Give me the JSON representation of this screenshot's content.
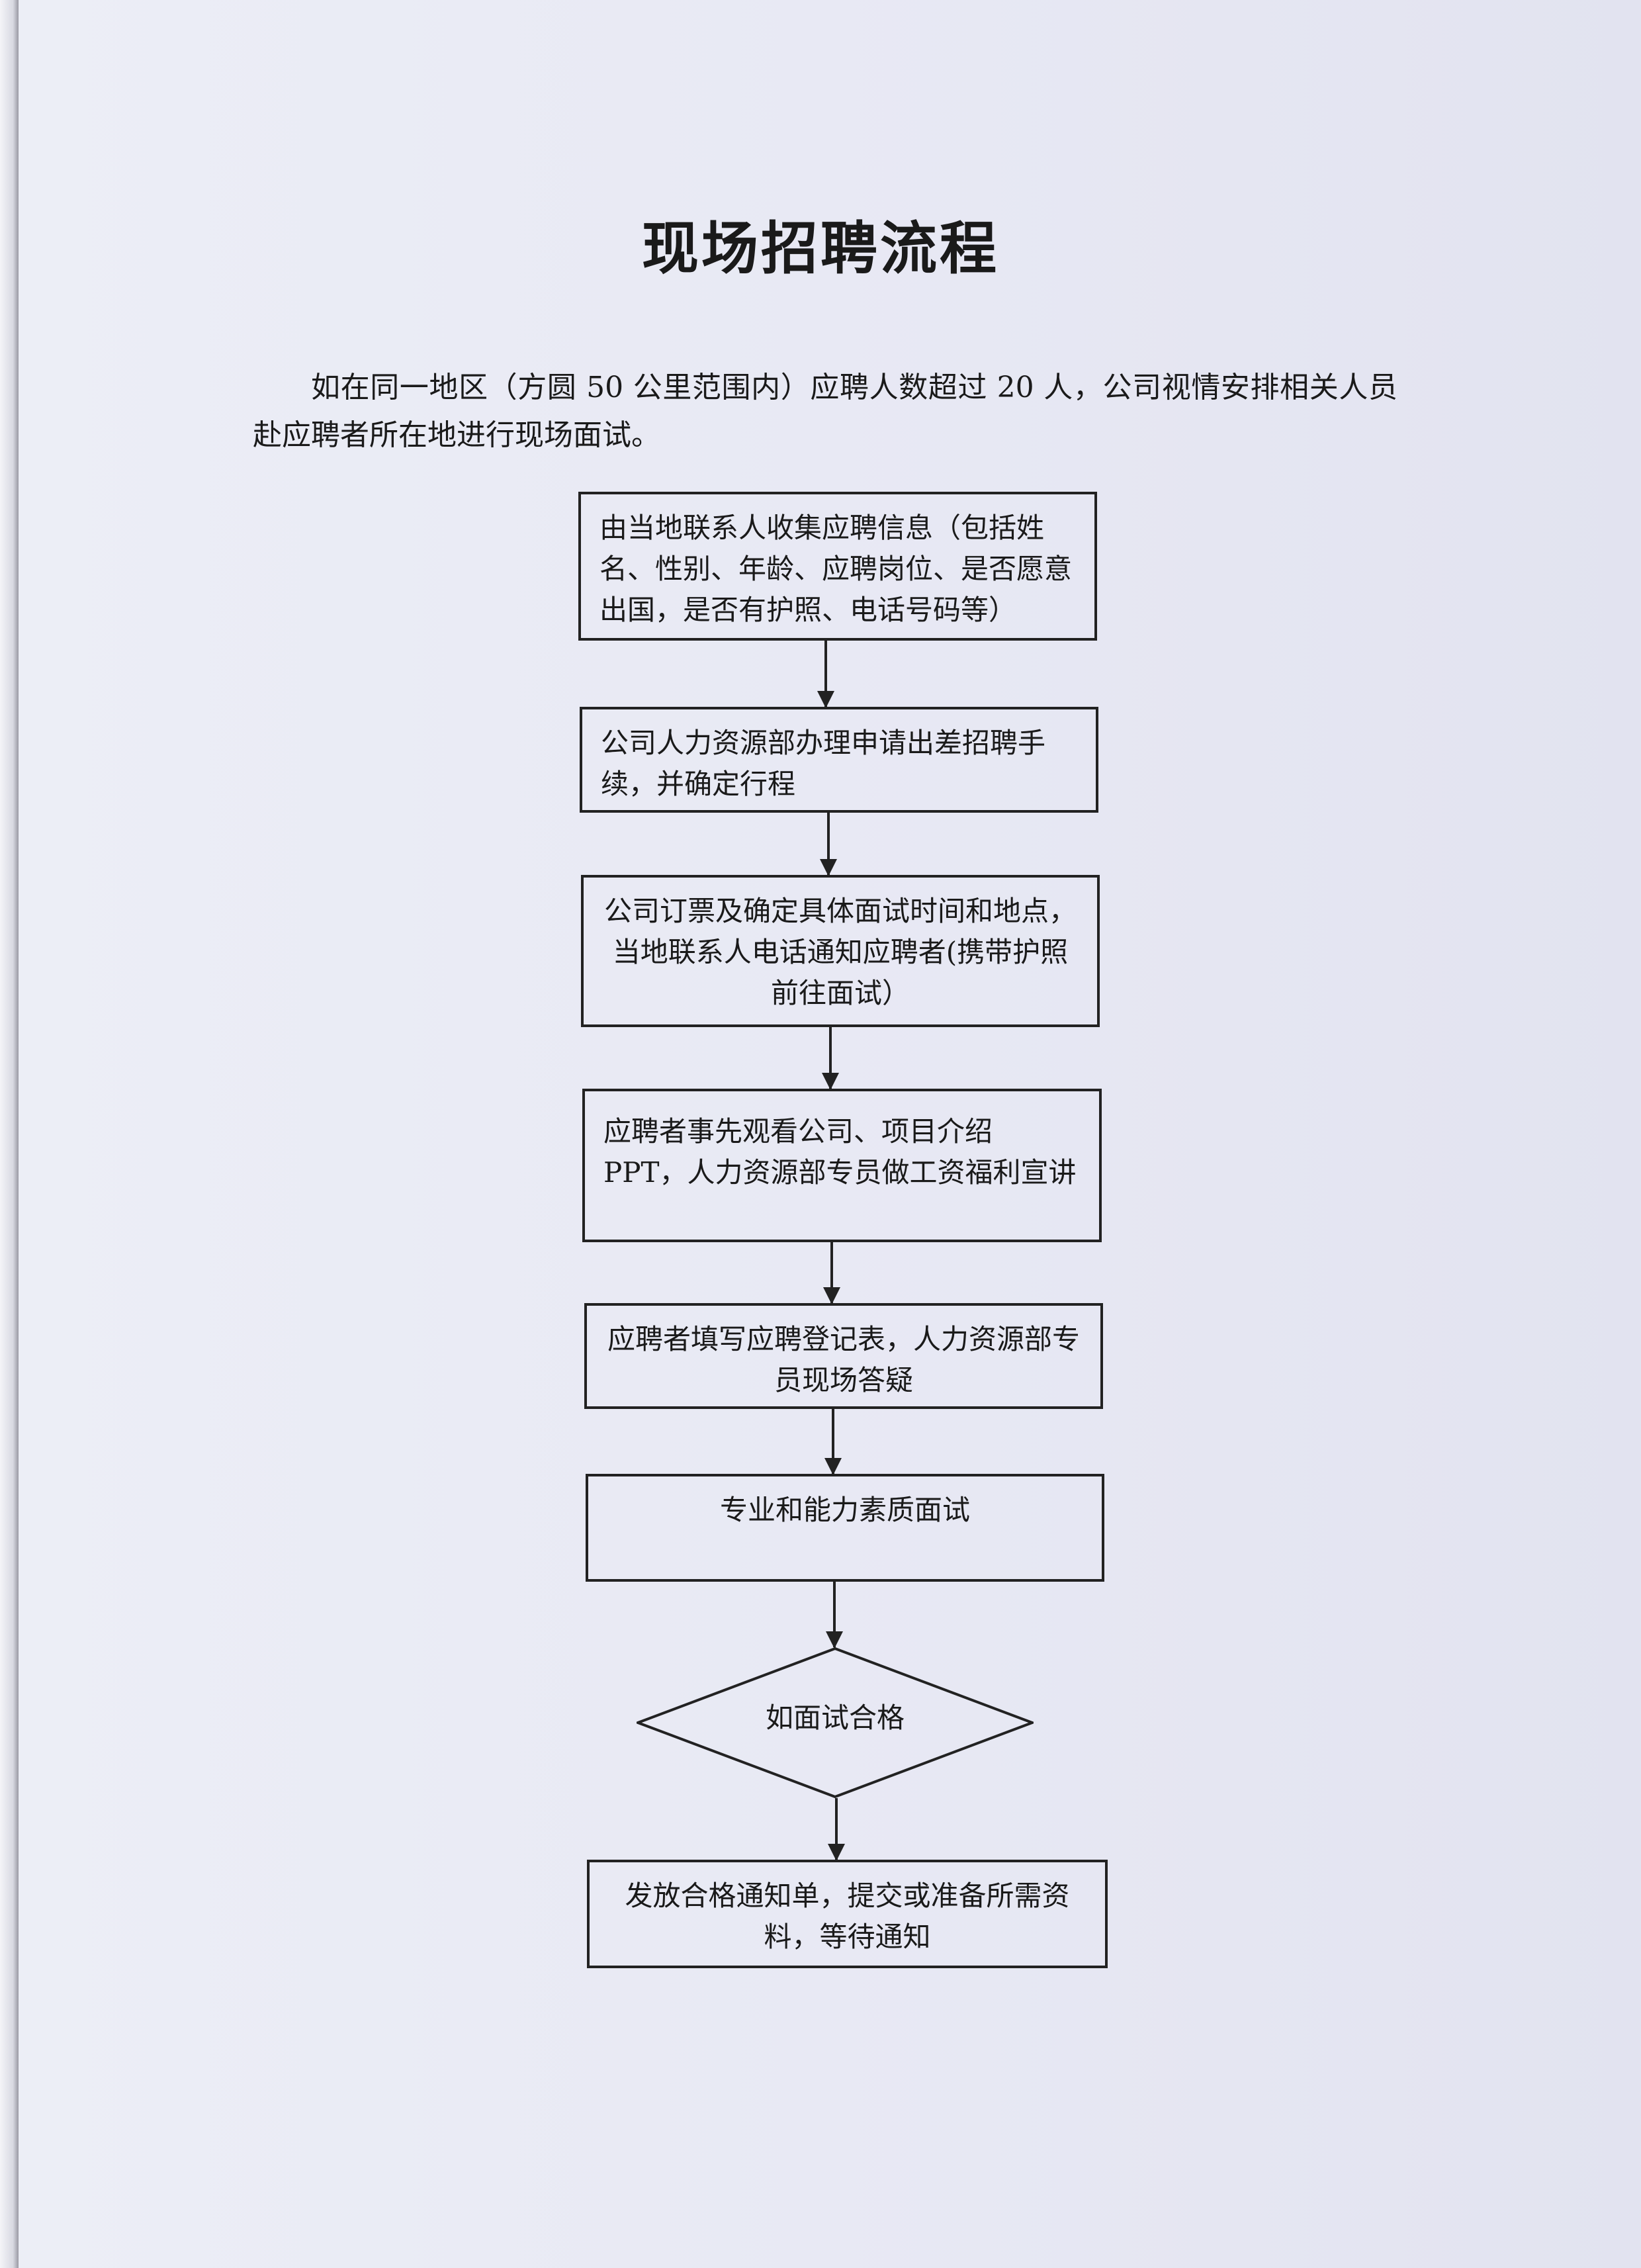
{
  "title": "现场招聘流程",
  "intro": "如在同一地区（方圆 50 公里范围内）应聘人数超过 20 人，公司视情安排相关人员赴应聘者所在地进行现场面试。",
  "steps": [
    "由当地联系人收集应聘信息（包括姓名、性别、年龄、应聘岗位、是否愿意出国，是否有护照、电话号码等）",
    "公司人力资源部办理申请出差招聘手续，并确定行程",
    "公司订票及确定具体面试时间和地点，当地联系人电话通知应聘者(携带护照前往面试）",
    "应聘者事先观看公司、项目介绍 PPT，人力资源部专员做工资福利宣讲",
    "应聘者填写应聘登记表，人力资源部专员现场答疑",
    "专业和能力素质面试"
  ],
  "decision": "如面试合格",
  "final_step": "发放合格通知单，提交或准备所需资料，等待通知"
}
